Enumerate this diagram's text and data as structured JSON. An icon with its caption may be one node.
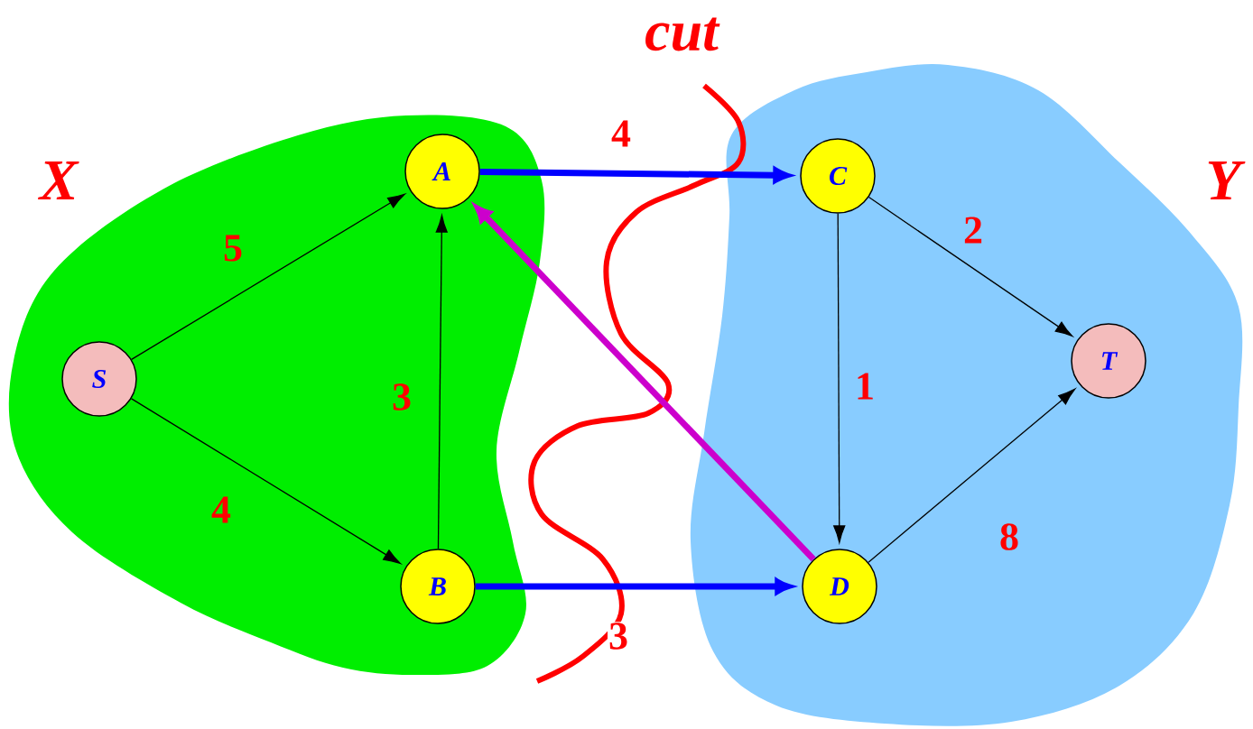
{
  "diagram": {
    "nodes": [
      {
        "text": [
          "X"
        ]
      },
      {
        "text": [
          "Y"
        ]
      },
      {
        "text": [
          "S"
        ],
        "in": 0
      },
      {
        "text": [
          "A"
        ],
        "in": 0
      },
      {
        "text": [
          "B"
        ],
        "in": 0
      },
      {
        "text": [
          "C"
        ],
        "in": 1
      },
      {
        "text": [
          "T"
        ],
        "in": 1
      },
      {
        "text": [
          "D"
        ],
        "in": 1
      }
    ],
    "edges": [
      {
        "from": 2,
        "to": 3,
        "arrow": "to",
        "label": "5"
      },
      {
        "from": 2,
        "to": 4,
        "arrow": "to",
        "label": "4"
      },
      {
        "from": 4,
        "to": 3,
        "arrow": "to",
        "label": "3"
      },
      {
        "from": 3,
        "to": 5,
        "arrow": "to",
        "label": "4",
        "style": "thick",
        "color": "#0000ff"
      },
      {
        "from": 4,
        "to": 7,
        "arrow": "to",
        "label": "3",
        "style": "thick",
        "color": "#0000ff"
      },
      {
        "from": 7,
        "to": 3,
        "arrow": "to",
        "style": "thick",
        "color": "#cc00cc"
      },
      {
        "from": 5,
        "to": 6,
        "arrow": "to",
        "label": "2"
      },
      {
        "from": 5,
        "to": 7,
        "arrow": "to",
        "label": "1"
      },
      {
        "from": 7,
        "to": 6,
        "arrow": "to",
        "label": "8"
      }
    ],
    "labels": [
      "cut"
    ]
  }
}
